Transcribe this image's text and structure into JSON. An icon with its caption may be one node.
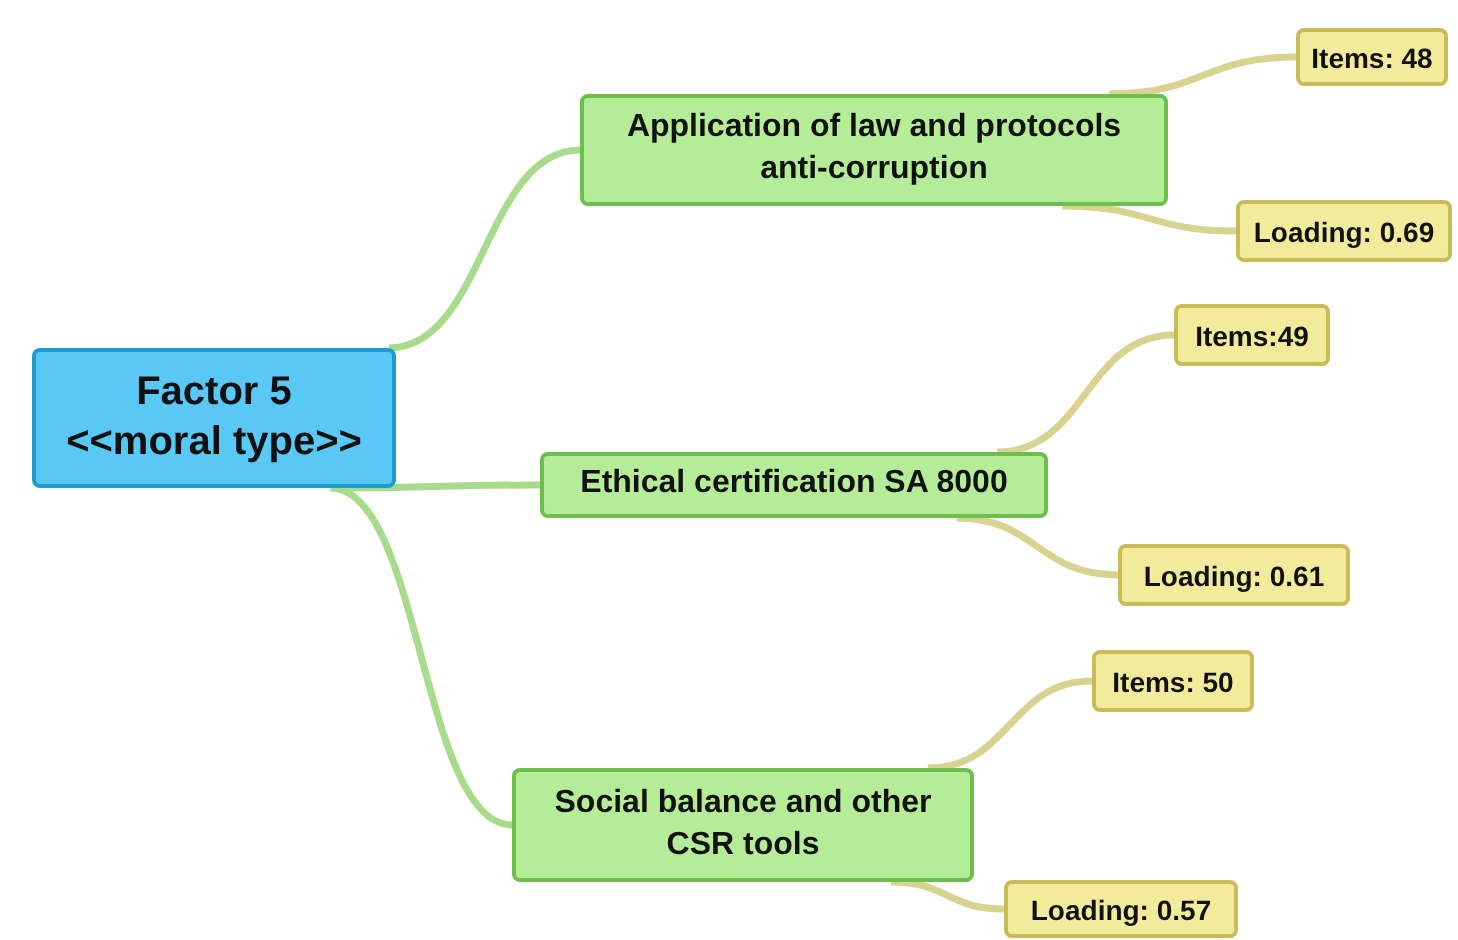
{
  "diagram": {
    "nodes": [
      {
        "text": [
          "Factor 5 <<moral type>>"
        ]
      },
      {
        "text": [
          "Application of law and protocols anti-corruption"
        ]
      },
      {
        "text": [
          "Items: 48"
        ]
      },
      {
        "text": [
          "Loading: 0.69"
        ]
      },
      {
        "text": [
          "Ethical certification SA 8000"
        ]
      },
      {
        "text": [
          "Items:49"
        ]
      },
      {
        "text": [
          "Loading: 0.61"
        ]
      },
      {
        "text": [
          "Social balance and other CSR tools"
        ]
      },
      {
        "text": [
          "Items: 50"
        ]
      },
      {
        "text": [
          "Loading: 0.57"
        ]
      }
    ],
    "edges": [
      {
        "from": 0,
        "to": 1,
        "arrow": "none",
        "color": "#a8dc8c"
      },
      {
        "from": 0,
        "to": 4,
        "arrow": "none",
        "color": "#a8dc8c"
      },
      {
        "from": 0,
        "to": 7,
        "arrow": "none",
        "color": "#a8dc8c"
      },
      {
        "from": 1,
        "to": 2,
        "arrow": "none"
      },
      {
        "from": 1,
        "to": 3,
        "arrow": "none"
      },
      {
        "from": 4,
        "to": 5,
        "arrow": "none"
      },
      {
        "from": 4,
        "to": 6,
        "arrow": "none"
      },
      {
        "from": 7,
        "to": 8,
        "arrow": "none"
      },
      {
        "from": 7,
        "to": 9,
        "arrow": "none"
      }
    ]
  }
}
